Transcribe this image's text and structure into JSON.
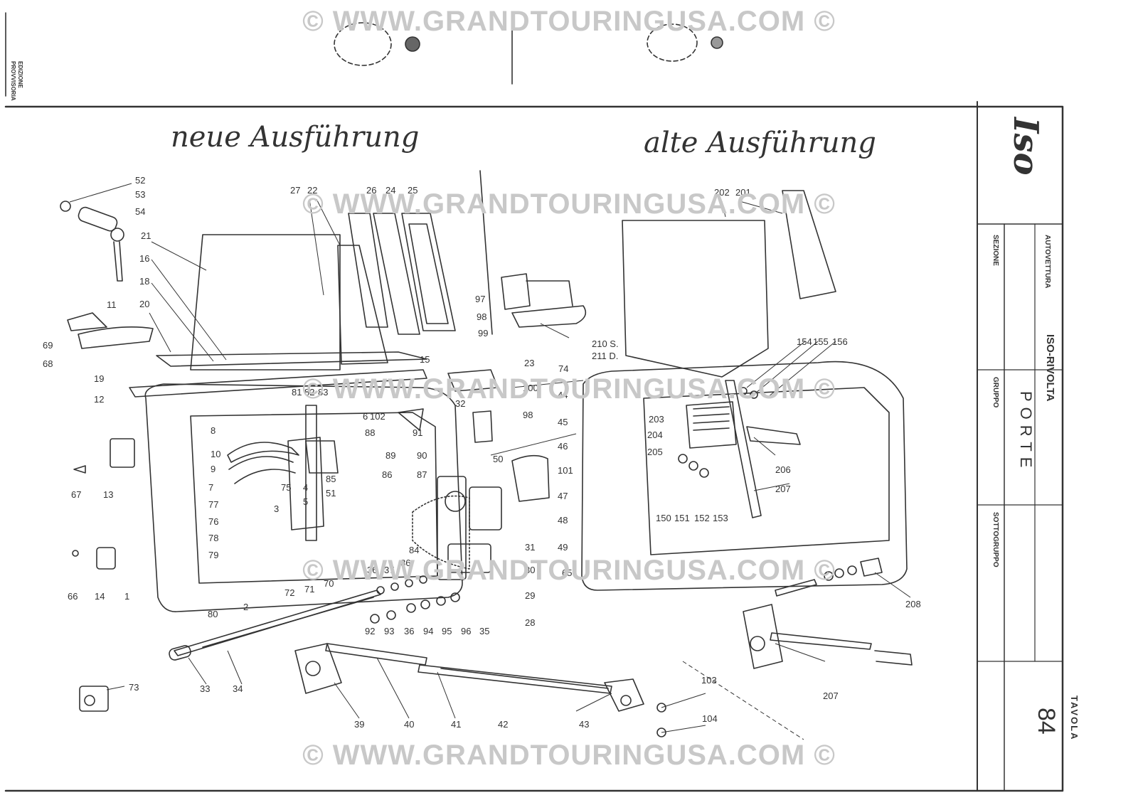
{
  "watermark": "©  WWW.GRANDTOURINGUSA.COM ©",
  "stamp": {
    "line1": "EDIZIONE",
    "line2": "PROVVISORIA"
  },
  "handwritten": {
    "left": "neue Ausführung",
    "right": "alte Ausführung"
  },
  "title_block": {
    "logo": "Iso",
    "autovettura_label": "AUTOVETTURA",
    "autovettura_value": "ISO-RIVOLTA",
    "sezione_label": "SEZIONE",
    "gruppo_label": "GRUPPO",
    "gruppo_value": "PORTE",
    "sottogruppo_label": "SOTTOGRUPPO",
    "tavola_label": "TAVOLA",
    "tavola_number": "84"
  },
  "part_numbers": [
    "52",
    "53",
    "54",
    "21",
    "16",
    "18",
    "20",
    "11",
    "69",
    "68",
    "19",
    "12",
    "67",
    "13",
    "66",
    "14",
    "1",
    "27",
    "22",
    "26",
    "24",
    "25",
    "97",
    "98",
    "99",
    "15",
    "23",
    "74",
    "100",
    "44",
    "98",
    "45",
    "46",
    "101",
    "47",
    "48",
    "49",
    "50",
    "31",
    "30",
    "29",
    "28",
    "65",
    "81",
    "82",
    "83",
    "8",
    "10",
    "9",
    "7",
    "77",
    "76",
    "78",
    "79",
    "80",
    "2",
    "72",
    "71",
    "70",
    "6",
    "102",
    "91",
    "88",
    "89",
    "90",
    "86",
    "87",
    "85",
    "51",
    "75",
    "3",
    "4",
    "5",
    "32",
    "84",
    "36",
    "37",
    "36",
    "92",
    "93",
    "36",
    "94",
    "95",
    "96",
    "35",
    "33",
    "34",
    "39",
    "40",
    "41",
    "42",
    "43",
    "73",
    "103",
    "104",
    "202",
    "201",
    "154",
    "155",
    "156",
    "203",
    "204",
    "205",
    "206",
    "207",
    "150",
    "151",
    "152",
    "153",
    "208",
    "207",
    "210 S.",
    "211 D."
  ]
}
